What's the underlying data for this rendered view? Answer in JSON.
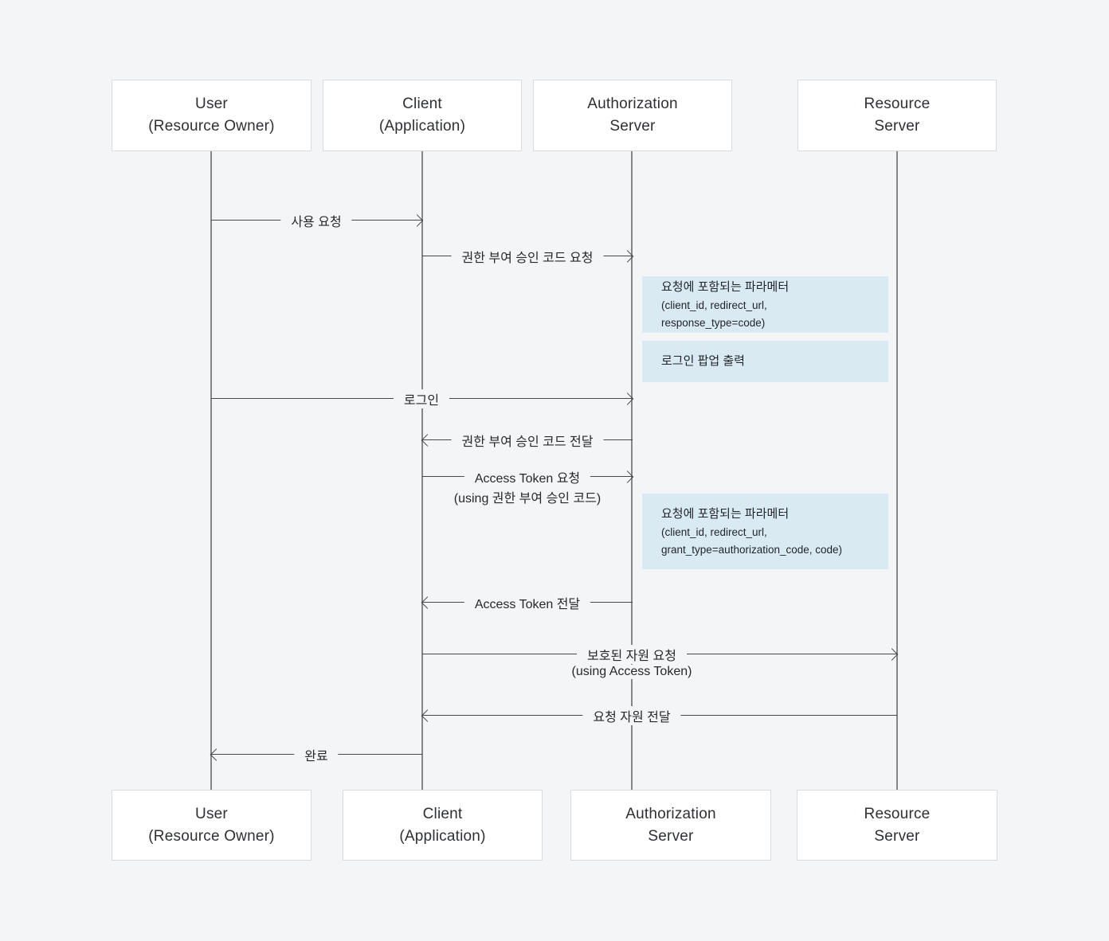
{
  "diagram": {
    "type": "sequence",
    "actors": [
      {
        "id": "user",
        "lines": [
          "User",
          "(Resource Owner)"
        ]
      },
      {
        "id": "client",
        "lines": [
          "Client",
          "(Application)"
        ]
      },
      {
        "id": "auth",
        "lines": [
          "Authorization",
          "Server"
        ]
      },
      {
        "id": "resource",
        "lines": [
          "Resource",
          "Server"
        ]
      }
    ],
    "messages": [
      {
        "from": "user",
        "to": "client",
        "label": "사용 요청"
      },
      {
        "from": "client",
        "to": "auth",
        "label": "권한 부여 승인 코드 요청"
      },
      {
        "from": "user",
        "to": "auth",
        "label": "로그인"
      },
      {
        "from": "auth",
        "to": "client",
        "label": "권한 부여 승인 코드 전달"
      },
      {
        "from": "client",
        "to": "auth",
        "label": "Access Token 요청",
        "label2": "(using 권한 부여 승인 코드)"
      },
      {
        "from": "auth",
        "to": "client",
        "label": "Access Token 전달"
      },
      {
        "from": "client",
        "to": "resource",
        "label": "보호된 자원 요청",
        "label2": "(using Access Token)"
      },
      {
        "from": "resource",
        "to": "client",
        "label": "요청 자원 전달"
      },
      {
        "from": "client",
        "to": "user",
        "label": "완료"
      }
    ],
    "notes": [
      {
        "lines": [
          "요청에 포함되는 파라메터",
          "(client_id, redirect_url, response_type=code)"
        ]
      },
      {
        "lines": [
          "로그인 팝업 출력"
        ]
      },
      {
        "lines": [
          "요청에 포함되는 파라메터",
          "(client_id, redirect_url,",
          "grant_type=authorization_code, code)"
        ]
      }
    ],
    "colors": {
      "background": "#f4f5f7",
      "actor_box_bg": "#ffffff",
      "actor_box_border": "#d9dbdd",
      "note_bg": "#daeaf3",
      "arrow": "#46484b",
      "lifeline": "#84878a",
      "text": "#2e3033"
    }
  }
}
